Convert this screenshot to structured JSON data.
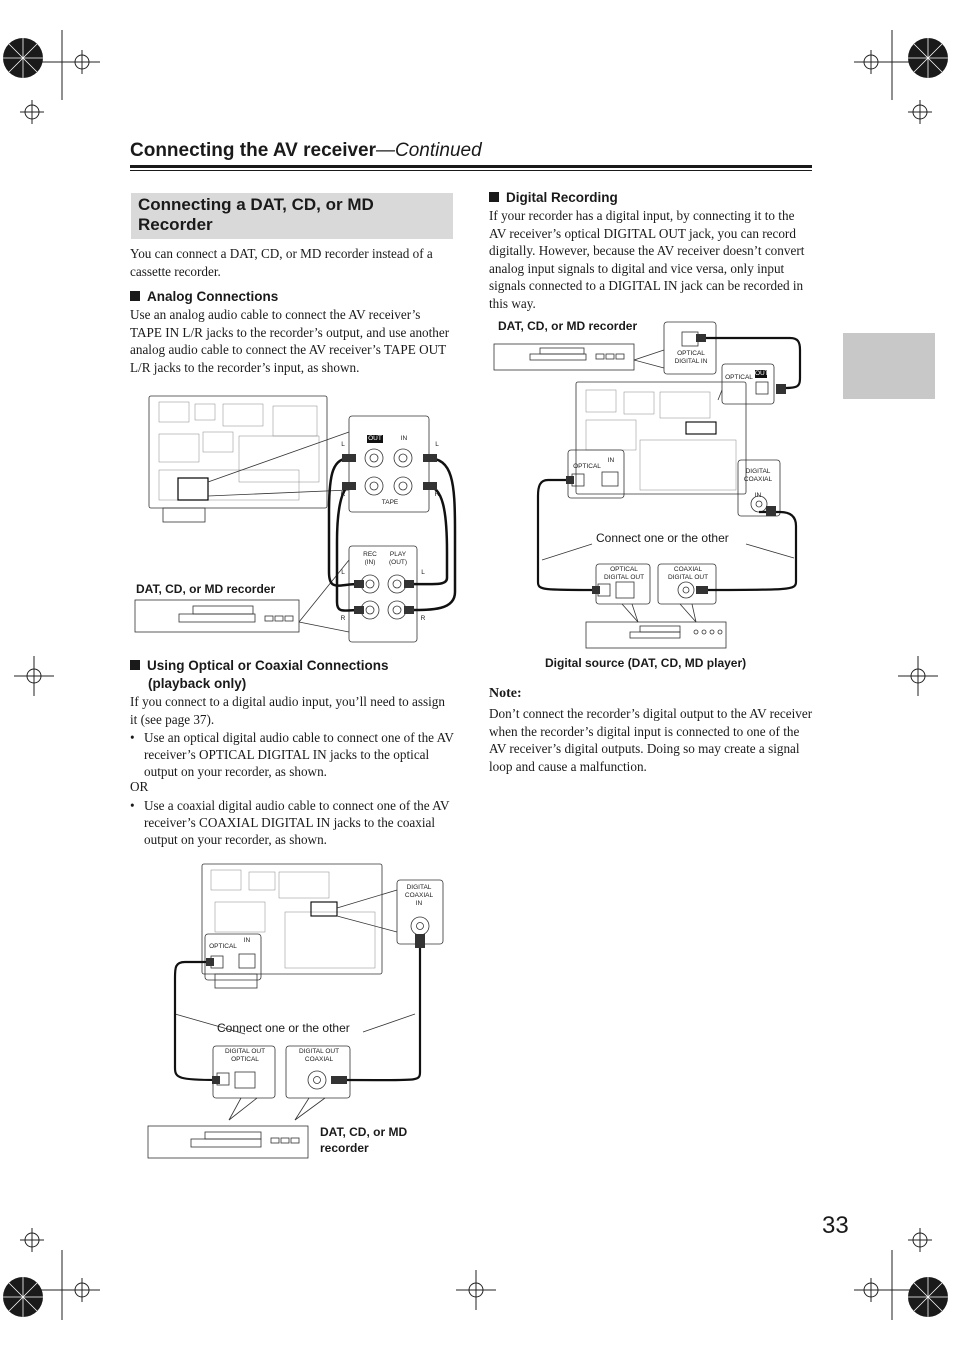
{
  "header": {
    "title": "Connecting the AV receiver",
    "title_suffix": "—Continued"
  },
  "section": {
    "title": "Connecting a DAT, CD, or MD Recorder",
    "intro": "You can connect a DAT, CD, or MD recorder instead of a cassette recorder."
  },
  "analog": {
    "heading": "Analog Connections",
    "body": "Use an analog audio cable to connect the AV receiver’s TAPE IN L/R jacks to the recorder’s output, and use another analog audio cable to connect the AV receiver’s TAPE OUT L/R jacks to the recorder’s input, as shown."
  },
  "figure_analog": {
    "out": "OUT",
    "in": "IN",
    "l": "L",
    "r": "R",
    "tape": "TAPE",
    "rec": "REC",
    "rec_sub": "(IN)",
    "play": "PLAY",
    "play_sub": "(OUT)",
    "recorder_label": "DAT, CD, or MD recorder"
  },
  "optical_coax": {
    "heading_line1": "Using Optical or Coaxial Connections",
    "heading_line2": "(playback only)",
    "body": "If you connect to a digital audio input, you’ll need to assign it (see page 37).",
    "bullet1": "Use an optical digital audio cable to connect one of the AV receiver’s OPTICAL DIGITAL IN jacks to the optical output on your recorder, as shown.",
    "or": "OR",
    "bullet2": "Use a coaxial digital audio cable to connect one of the AV receiver’s COAXIAL DIGITAL IN jacks to the coaxial output on your recorder, as shown."
  },
  "figure_playback": {
    "digital": "DIGITAL",
    "coaxial": "COAXIAL",
    "in": "IN",
    "optical": "OPTICAL",
    "in2": "IN",
    "connect": "Connect one or the other",
    "dout_opt_1": "DIGITAL OUT",
    "dout_opt_2": "OPTICAL",
    "dout_coax_1": "DIGITAL OUT",
    "dout_coax_2": "COAXIAL",
    "recorder_label_1": "DAT, CD, or MD",
    "recorder_label_2": "recorder"
  },
  "digital_rec": {
    "heading": "Digital Recording",
    "body": "If your recorder has a digital input, by connecting it to the AV receiver’s optical DIGITAL OUT jack, you can record digitally. However, because the AV receiver doesn’t convert analog input signals to digital and vice versa, only input signals connected to a DIGITAL IN jack can be recorded in this way."
  },
  "figure_digital": {
    "recorder_label": "DAT, CD, or MD recorder",
    "opt_din_1": "OPTICAL",
    "opt_din_2": "DIGITAL IN",
    "optical_out": "OPTICAL",
    "out": "OUT",
    "optical_in": "OPTICAL",
    "in": "IN",
    "digital": "DIGITAL",
    "coaxial": "COAXIAL",
    "in2": "IN",
    "connect": "Connect one or the other",
    "odo_1": "OPTICAL",
    "odo_2": "DIGITAL OUT",
    "cdo_1": "COAXIAL",
    "cdo_2": "DIGITAL OUT",
    "source_label": "Digital source (DAT, CD, MD player)"
  },
  "note": {
    "heading": "Note:",
    "body": "Don’t connect the recorder’s digital output to the AV receiver when the recorder’s digital input is connected to one of the AV receiver’s digital outputs. Doing so may create a signal loop and cause a malfunction."
  },
  "page_number": "33"
}
